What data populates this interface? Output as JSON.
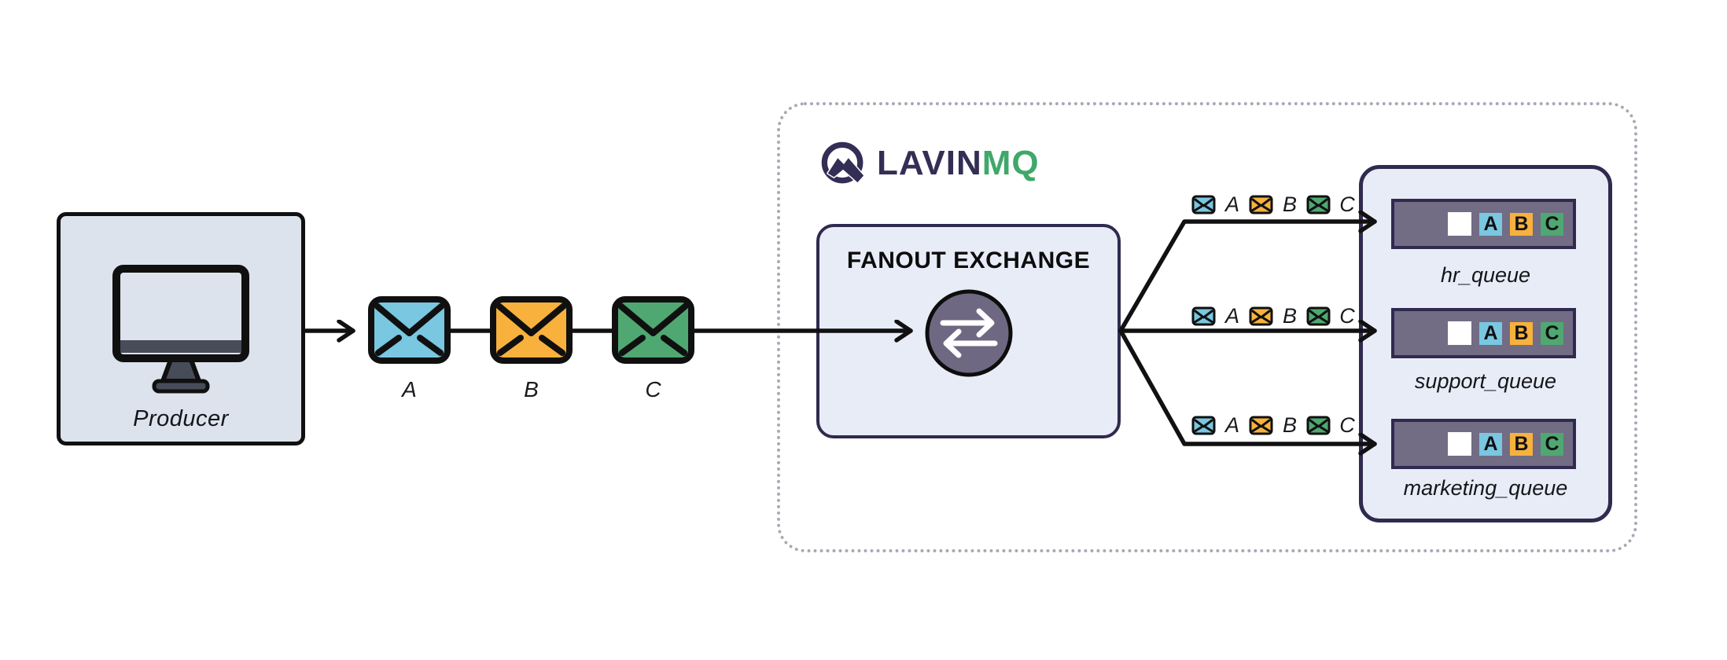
{
  "producer": {
    "label": "Producer",
    "icon": "desktop-monitor-icon"
  },
  "messages": [
    {
      "label": "A",
      "color": "#79c7e0"
    },
    {
      "label": "B",
      "color": "#f8b13d"
    },
    {
      "label": "C",
      "color": "#4fa871"
    }
  ],
  "logo": {
    "brand_primary": "LAVIN",
    "brand_accent": "MQ",
    "primary_color": "#332e55",
    "accent_color": "#3fa86a",
    "icon": "lavinmq-mountain-logo"
  },
  "exchange": {
    "title": "FANOUT EXCHANGE",
    "icon": "exchange-arrows-icon",
    "circle_color": "#6e6882"
  },
  "queues": [
    {
      "name": "hr_queue"
    },
    {
      "name": "support_queue"
    },
    {
      "name": "marketing_queue"
    }
  ],
  "colors": {
    "producer_fill": "#dce3ec",
    "panel_fill": "#e8ecf7",
    "navy_border": "#2f2a4e",
    "queue_bar_fill": "#726c84",
    "dotted_border": "#a9a9b5",
    "line": "#111111"
  }
}
